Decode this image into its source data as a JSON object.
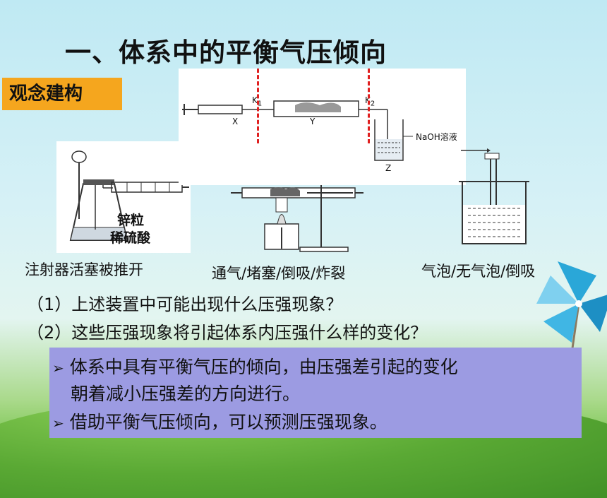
{
  "title": "一、体系中的平衡气压倾向",
  "tag": "观念建构",
  "diagram": {
    "labels": {
      "k1": "K",
      "k1_sub": "1",
      "k2": "K",
      "k2_sub": "2",
      "x": "X",
      "y": "Y",
      "z": "Z",
      "naoh": "NaOH溶液",
      "zinc": "锌粒",
      "acid": "稀硫酸"
    }
  },
  "captions": {
    "left": "注射器活塞被推开",
    "middle": "通气/堵塞/倒吸/炸裂",
    "right": "气泡/无气泡/倒吸"
  },
  "questions": [
    "（1）上述装置中可能出现什么压强现象？",
    "（2）这些压强现象将引起体系内压强什么样的变化？"
  ],
  "conclusions": [
    "体系中具有平衡气压的倾向，由压强差引起的变化",
    "朝着减小压强差的方向进行。",
    "借助平衡气压倾向，可以预测压强现象。"
  ],
  "bullet_marker": "➢"
}
